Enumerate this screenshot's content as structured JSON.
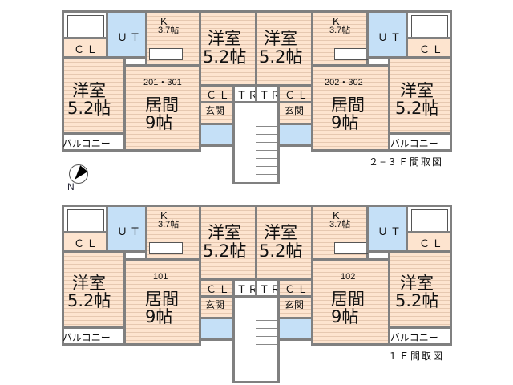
{
  "diagram": {
    "type": "apartment floor plan",
    "colors": {
      "wall": "#808080",
      "floor": "#fde4cf",
      "wet_area": "#c5e0f7"
    },
    "compass": {
      "label": "N"
    },
    "floors": [
      {
        "caption": "２−３Ｆ間取図",
        "units": [
          {
            "number": "201・301",
            "living": "居間",
            "living_size": "9帖",
            "kitchen": "K",
            "kitchen_size": "3.7帖",
            "ut": "ＵＴ",
            "cl1": "ＣＬ",
            "bed1": "洋室",
            "bed1_size": "5.2帖",
            "balcony": "バルコニー",
            "bed2": "洋室",
            "bed2_size": "5.2帖",
            "cl2": "ＣＬ",
            "tr": "ＴＲ",
            "entrance": "玄関"
          },
          {
            "number": "202・302",
            "living": "居間",
            "living_size": "9帖",
            "kitchen": "K",
            "kitchen_size": "3.7帖",
            "ut": "ＵＴ",
            "cl1": "ＣＬ",
            "bed1": "洋室",
            "bed1_size": "5.2帖",
            "balcony": "バルコニー",
            "bed2": "洋室",
            "bed2_size": "5.2帖",
            "cl2": "ＣＬ",
            "tr": "ＴＲ",
            "entrance": "玄関"
          }
        ]
      },
      {
        "caption": "１Ｆ間取図",
        "units": [
          {
            "number": "101",
            "living": "居間",
            "living_size": "9帖",
            "kitchen": "K",
            "kitchen_size": "3.7帖",
            "ut": "ＵＴ",
            "cl1": "ＣＬ",
            "bed1": "洋室",
            "bed1_size": "5.2帖",
            "balcony": "バルコニー",
            "bed2": "洋室",
            "bed2_size": "5.2帖",
            "cl2": "ＣＬ",
            "tr": "ＴＲ",
            "entrance": "玄関"
          },
          {
            "number": "102",
            "living": "居間",
            "living_size": "9帖",
            "kitchen": "K",
            "kitchen_size": "3.7帖",
            "ut": "ＵＴ",
            "cl1": "ＣＬ",
            "bed1": "洋室",
            "bed1_size": "5.2帖",
            "balcony": "バルコニー",
            "bed2": "洋室",
            "bed2_size": "5.2帖",
            "cl2": "ＣＬ",
            "tr": "ＴＲ",
            "entrance": "玄関"
          }
        ]
      }
    ]
  }
}
